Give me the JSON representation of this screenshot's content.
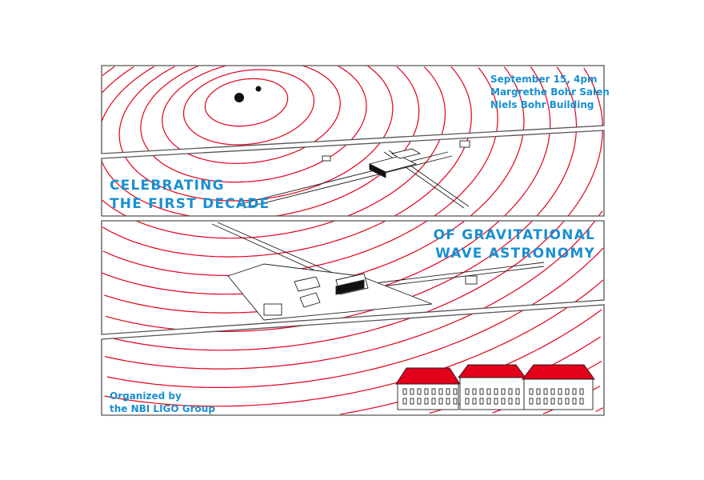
{
  "event": {
    "date_time": "September 15, 4pm",
    "room": "Margrethe Bohr Salen",
    "building": "Niels Bohr Building"
  },
  "title": {
    "line1": "CELEBRATING",
    "line2": "THE FIRST DECADE",
    "line3": "OF GRAVITATIONAL",
    "line4": "WAVE ASTRONOMY"
  },
  "organizer": {
    "line1": "Organized by",
    "line2": "the NBI LIGO Group"
  },
  "colors": {
    "text": "#1a8fd1",
    "waves": "#e3001b",
    "frame": "#555555"
  }
}
